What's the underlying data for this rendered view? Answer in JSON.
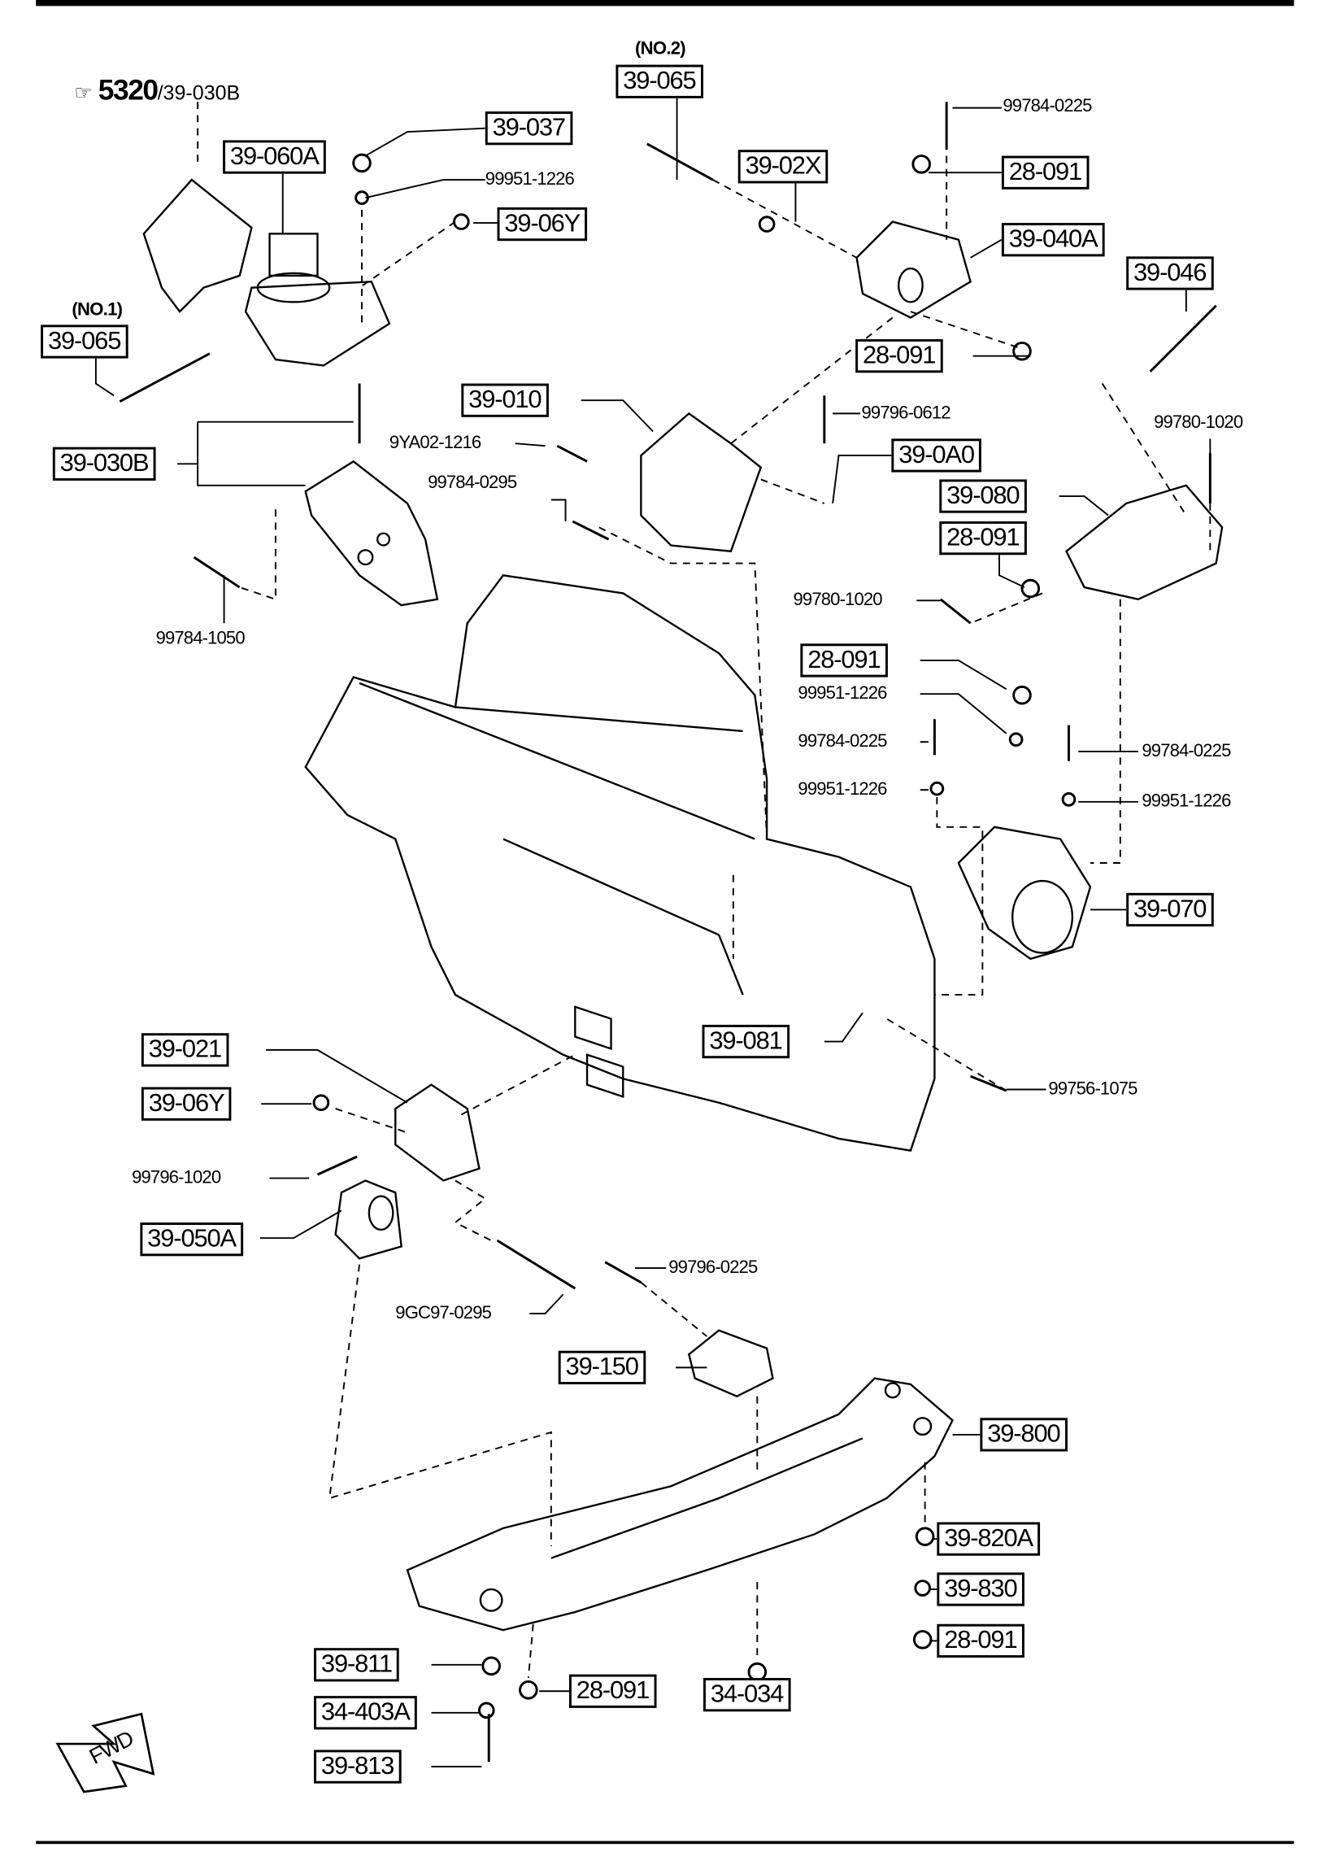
{
  "reference": {
    "icon": "pointing-hand-icon",
    "number": "5320",
    "suffix": "/39-030B"
  },
  "notes": {
    "no2": "(NO.2)",
    "no1": "(NO.1)"
  },
  "boxed_parts": [
    "39-065",
    "39-037",
    "39-060A",
    "39-06Y",
    "39-02X",
    "28-091",
    "39-040A",
    "39-046",
    "39-065",
    "28-091",
    "39-010",
    "39-0A0",
    "39-030B",
    "39-080",
    "28-091",
    "28-091",
    "39-070",
    "39-021",
    "39-081",
    "39-06Y",
    "39-050A",
    "39-150",
    "39-800",
    "39-820A",
    "39-830",
    "28-091",
    "39-811",
    "28-091",
    "34-034",
    "34-403A",
    "39-813"
  ],
  "plain_parts": [
    "99951-1226",
    "99784-0225",
    "99796-0612",
    "9YA02-1216",
    "99780-1020",
    "99784-0295",
    "99780-1020",
    "99784-1050",
    "99951-1226",
    "99784-0225",
    "99784-0225",
    "99951-1226",
    "99951-1226",
    "99756-1075",
    "99796-1020",
    "99796-0225",
    "9GC97-0295"
  ],
  "fwd_label": "FWD"
}
